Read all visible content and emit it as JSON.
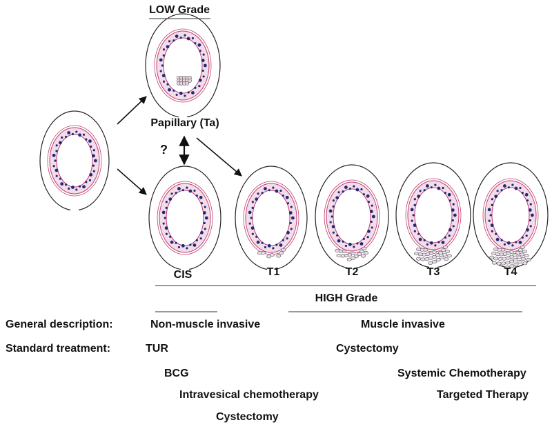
{
  "stages": {
    "low_grade": "LOW Grade",
    "papillary": "Papillary (Ta)",
    "question": "?",
    "cis": "CIS",
    "t1": "T1",
    "t2": "T2",
    "t3": "T3",
    "t4": "T4",
    "high_grade": "HIGH Grade"
  },
  "description": {
    "label": "General description:",
    "non_muscle": "Non-muscle invasive",
    "muscle": "Muscle invasive"
  },
  "treatment": {
    "label": "Standard treatment:",
    "non_muscle": [
      "TUR",
      "BCG",
      "Intravesical chemotherapy",
      "Cystectomy"
    ],
    "muscle": [
      "Cystectomy",
      "Systemic Chemotherapy",
      "Targeted Therapy"
    ]
  },
  "colors": {
    "cell_fill": "#f2dde8",
    "cell_outline": "#c0396e",
    "nucleus": "#1f2a7a",
    "line": "#111111"
  }
}
